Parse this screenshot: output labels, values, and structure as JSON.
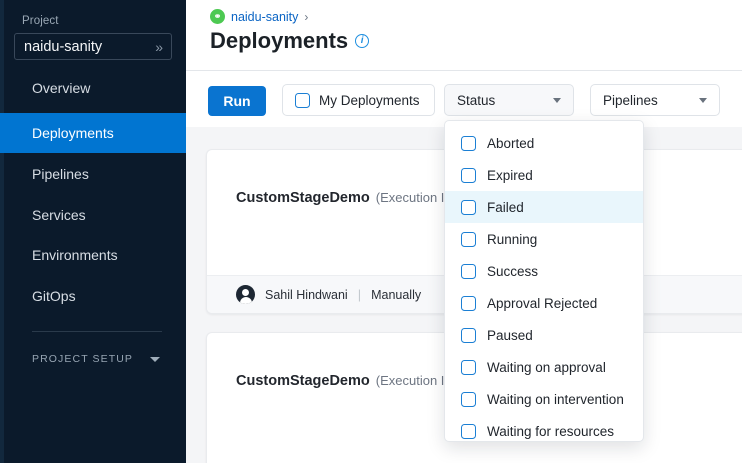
{
  "sidebar": {
    "project_label": "Project",
    "project_value": "naidu-sanity",
    "project_chevron": "»",
    "items": [
      {
        "label": "Overview",
        "active": false
      },
      {
        "label": "Deployments",
        "active": true
      },
      {
        "label": "Pipelines",
        "active": false
      },
      {
        "label": "Services",
        "active": false
      },
      {
        "label": "Environments",
        "active": false
      },
      {
        "label": "GitOps",
        "active": false
      }
    ],
    "section_label": "PROJECT SETUP"
  },
  "header": {
    "breadcrumb_icon": "project-badge-icon",
    "breadcrumb_label": "naidu-sanity",
    "breadcrumb_separator": "›",
    "title": "Deployments",
    "info_icon": "info-icon",
    "info_glyph": "i"
  },
  "toolbar": {
    "run_label": "Run",
    "my_deployments_label": "My Deployments",
    "my_deployments_checked": false,
    "status_label": "Status",
    "pipelines_label": "Pipelines"
  },
  "status_menu": {
    "open": true,
    "options": [
      {
        "label": "Aborted",
        "checked": false,
        "highlighted": false
      },
      {
        "label": "Expired",
        "checked": false,
        "highlighted": false
      },
      {
        "label": "Failed",
        "checked": false,
        "highlighted": true
      },
      {
        "label": "Running",
        "checked": false,
        "highlighted": false
      },
      {
        "label": "Success",
        "checked": false,
        "highlighted": false
      },
      {
        "label": "Approval Rejected",
        "checked": false,
        "highlighted": false
      },
      {
        "label": "Paused",
        "checked": false,
        "highlighted": false
      },
      {
        "label": "Waiting on approval",
        "checked": false,
        "highlighted": false
      },
      {
        "label": "Waiting on intervention",
        "checked": false,
        "highlighted": false
      },
      {
        "label": "Waiting for resources",
        "checked": false,
        "highlighted": false
      }
    ]
  },
  "cards": [
    {
      "name": "CustomStageDemo",
      "execution": "(Execution Id",
      "footer_user": "Sahil Hindwani",
      "footer_separator": "|",
      "footer_trigger": "Manually",
      "has_footer": true
    },
    {
      "name": "CustomStageDemo",
      "execution": "(Execution Id",
      "footer_user": "",
      "footer_separator": "",
      "footer_trigger": "",
      "has_footer": false
    }
  ],
  "colors": {
    "sidebar_bg": "#0b1a2b",
    "sidebar_active": "#0175d1",
    "primary": "#0a74d0",
    "link": "#0a64c4",
    "breadcrumb_badge": "#4dc952",
    "menu_highlight": "#e9f6fc",
    "page_bg": "#f4f5f7"
  }
}
